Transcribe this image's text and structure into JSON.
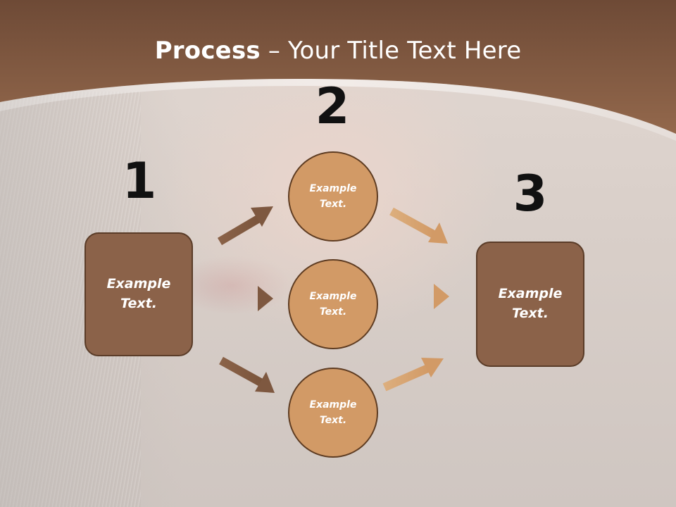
{
  "title": {
    "bold": "Process",
    "rest": " – Your Title Text Here"
  },
  "steps": {
    "one": "1",
    "two": "2",
    "three": "3"
  },
  "left_box": {
    "text": "Example Text."
  },
  "right_box": {
    "text": "Example Text."
  },
  "circles": [
    {
      "text": "Example Text."
    },
    {
      "text": "Example Text."
    },
    {
      "text": "Example Text."
    }
  ],
  "colors": {
    "header_brown": "#7a553e",
    "box_brown": "#8b6249",
    "circle_tan": "#d29a66",
    "arrow_dark": "#855d43",
    "arrow_light": "#d6a06c"
  }
}
